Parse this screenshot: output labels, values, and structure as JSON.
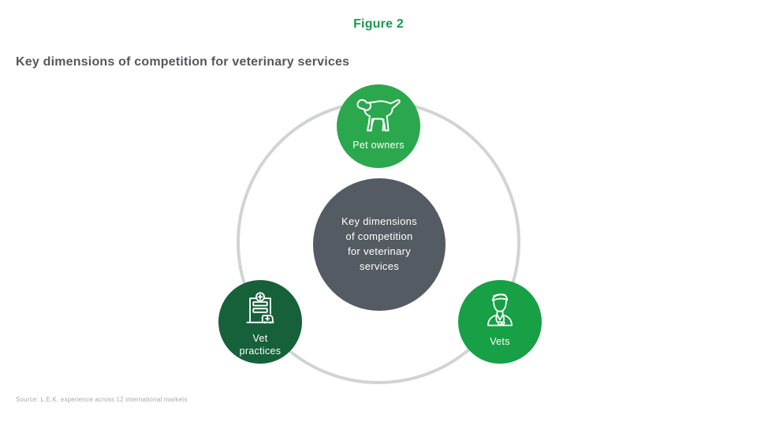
{
  "figure_label": "Figure 2",
  "title": "Key dimensions of competition for veterinary services",
  "diagram": {
    "ring_color": "#d2d4d4",
    "center": {
      "color": "#555b62",
      "text": "Key dimensions of competition for veterinary services",
      "lines": [
        "Key dimensions",
        "of competition",
        "for veterinary",
        "services"
      ]
    },
    "nodes": [
      {
        "id": "pet-owners",
        "label": "Pet owners",
        "icon": "dog-icon",
        "color": "#2ba84d",
        "position": "top"
      },
      {
        "id": "vet-practices",
        "label": "Vet practices",
        "icon": "vet-clinic-icon",
        "color": "#16613a",
        "position": "bottom-left"
      },
      {
        "id": "vets",
        "label": "Vets",
        "icon": "veterinarian-icon",
        "color": "#18a046",
        "position": "bottom-right"
      }
    ]
  },
  "source": "Source: L.E.K. experience across 12 international markets",
  "colors": {
    "accent_green": "#1a9c49",
    "title_gray": "#55575b",
    "source_gray": "#a7a9ab",
    "icon_stroke": "#ffffff"
  }
}
